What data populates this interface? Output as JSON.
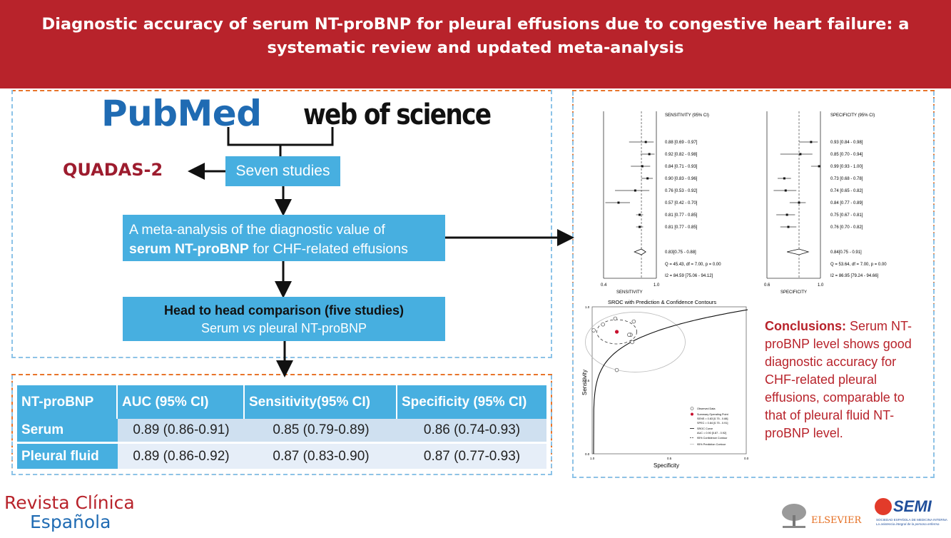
{
  "header": {
    "title_line1": "Diagnostic accuracy of serum NT-proBNP for pleural effusions due to congestive heart failure: a",
    "title_line2": "systematic review and updated meta-analysis"
  },
  "flow": {
    "pubmed": "PubMed",
    "web_of_science": "web of science",
    "quadas": "QUADAS-2",
    "seven_studies": "Seven studies",
    "meta_line1": "A meta-analysis of the diagnostic value of",
    "meta_bold": "serum NT-proBNP",
    "meta_line2_rest": " for CHF-related effusions",
    "head_line1": "Head to head comparison (five studies)",
    "head_serum": "Serum ",
    "head_vs": "vs",
    "head_rest": " pleural NT-proBNP"
  },
  "table": {
    "headers": [
      "NT-proBNP",
      "AUC (95% CI)",
      "Sensitivity(95% CI)",
      "Specificity (95% CI)"
    ],
    "rows": [
      {
        "label": "Serum",
        "auc": "0.89 (0.86-0.91)",
        "sens": "0.85 (0.79-0.89)",
        "spec": "0.86 (0.74-0.93)"
      },
      {
        "label": "Pleural fluid",
        "auc": "0.89 (0.86-0.92)",
        "sens": "0.87 (0.83-0.90)",
        "spec": "0.87 (0.77-0.93)"
      }
    ]
  },
  "forest": {
    "sens_header": "SENSITIVITY (95% CI)",
    "spec_header": "SPECIFICITY (95% CI)",
    "sens_axis_label": "SENSITIVITY",
    "spec_axis_label": "SPECIFICITY",
    "sens_ticks": [
      "0.4",
      "1.0"
    ],
    "spec_ticks": [
      "0.6",
      "1.0"
    ],
    "sens_values": [
      0.88,
      0.92,
      0.84,
      0.9,
      0.76,
      0.57,
      0.81,
      0.81
    ],
    "sens_lo": [
      0.69,
      0.82,
      0.71,
      0.83,
      0.53,
      0.42,
      0.77,
      0.77
    ],
    "sens_hi": [
      0.97,
      0.98,
      0.93,
      0.96,
      0.92,
      0.7,
      0.85,
      0.85
    ],
    "sens_labels": [
      "0.88 [0.69 - 0.97]",
      "0.92 [0.82 - 0.98]",
      "0.84 [0.71 - 0.93]",
      "0.90 [0.83 - 0.96]",
      "0.76 [0.53 - 0.92]",
      "0.57 [0.42 - 0.70]",
      "0.81 [0.77 - 0.85]",
      "0.81 [0.77 - 0.85]"
    ],
    "sens_pooled": 0.83,
    "sens_pooled_lo": 0.75,
    "sens_pooled_hi": 0.88,
    "sens_pooled_label": "0.83[0.75 - 0.88]",
    "sens_q": "Q = 45.43, df = 7.00, p =  0.00",
    "sens_i2": "I2 = 84.59 [75.06 - 94.12]",
    "spec_values": [
      0.93,
      0.85,
      0.99,
      0.73,
      0.74,
      0.84,
      0.75,
      0.76
    ],
    "spec_lo": [
      0.84,
      0.7,
      0.93,
      0.68,
      0.65,
      0.77,
      0.67,
      0.7
    ],
    "spec_hi": [
      0.98,
      0.94,
      1.0,
      0.78,
      0.82,
      0.89,
      0.81,
      0.82
    ],
    "spec_labels": [
      "0.93 [0.84 - 0.98]",
      "0.85 [0.70 - 0.94]",
      "0.99 [0.93 - 1.00]",
      "0.73 [0.68 - 0.78]",
      "0.74 [0.65 - 0.82]",
      "0.84 [0.77 - 0.89]",
      "0.75 [0.67 - 0.81]",
      "0.76 [0.70 - 0.82]"
    ],
    "spec_pooled": 0.84,
    "spec_pooled_lo": 0.75,
    "spec_pooled_hi": 0.91,
    "spec_pooled_label": "0.84[0.75 - 0.91]",
    "spec_q": "Q = 53.64, df = 7.00, p =  0.00",
    "spec_i2": "I2 = 86.95 [79.24 - 94.66]"
  },
  "sroc": {
    "title": "SROC with Prediction & Confidence Contours",
    "xlabel": "Specificity",
    "ylabel": "Sensitivity",
    "x_ticks": [
      "1.0",
      "0.5",
      "0.0"
    ],
    "y_ticks": [
      "0.0",
      "0.5",
      "1.0"
    ],
    "legend": [
      "Observed Data",
      "Summary Operating Point",
      "SENS = 0.83 [0.75 - 0.88]",
      "SPEC = 0.84 [0.75 - 0.91]",
      "SROC Curve",
      "AUC = 0.90 [0.87 - 0.92]",
      "95% Confidence Contour",
      "95% Prediction Contour"
    ],
    "observed_sens": [
      0.88,
      0.92,
      0.84,
      0.9,
      0.76,
      0.57,
      0.81,
      0.81
    ],
    "observed_spec": [
      0.93,
      0.85,
      0.99,
      0.73,
      0.74,
      0.84,
      0.75,
      0.76
    ],
    "summary_sens": 0.83,
    "summary_spec": 0.84
  },
  "chart_data": [
    {
      "type": "forest",
      "title": "SENSITIVITY (95% CI)",
      "xlabel": "SENSITIVITY",
      "values": [
        0.88,
        0.92,
        0.84,
        0.9,
        0.76,
        0.57,
        0.81,
        0.81
      ],
      "lower": [
        0.69,
        0.82,
        0.71,
        0.83,
        0.53,
        0.42,
        0.77,
        0.77
      ],
      "upper": [
        0.97,
        0.98,
        0.93,
        0.96,
        0.92,
        0.7,
        0.85,
        0.85
      ],
      "pooled": 0.83,
      "xlim": [
        0.4,
        1.0
      ]
    },
    {
      "type": "forest",
      "title": "SPECIFICITY (95% CI)",
      "xlabel": "SPECIFICITY",
      "values": [
        0.93,
        0.85,
        0.99,
        0.73,
        0.74,
        0.84,
        0.75,
        0.76
      ],
      "lower": [
        0.84,
        0.7,
        0.93,
        0.68,
        0.65,
        0.77,
        0.67,
        0.7
      ],
      "upper": [
        0.98,
        0.94,
        1.0,
        0.78,
        0.82,
        0.89,
        0.81,
        0.82
      ],
      "pooled": 0.84,
      "xlim": [
        0.6,
        1.0
      ]
    },
    {
      "type": "scatter",
      "title": "SROC with Prediction & Confidence Contours",
      "xlabel": "Specificity",
      "ylabel": "Sensitivity",
      "xlim": [
        1.0,
        0.0
      ],
      "ylim": [
        0.0,
        1.0
      ]
    }
  ],
  "conclusions": {
    "label": "Conclusions:",
    "text": " Serum NT-proBNP level shows good diagnostic accuracy for CHF-related pleural effusions, comparable to that of pleural fluid NT-proBNP level."
  },
  "footer": {
    "revista": "Revista Clínica",
    "espanola": "Española",
    "elsevier": "ELSEVIER",
    "semi": "SEMI",
    "semi_sub": "SOCIEDAD ESPAÑOLA DE MEDICINA INTERNA",
    "semi_tagline": "La asistencia integral de la persona enferma"
  },
  "colors": {
    "header_red": "#b8232b",
    "flow_blue": "#47afe0",
    "pubmed_blue": "#1f6bb3",
    "quadas_red": "#9d1c2e",
    "dash_orange": "#e8742a",
    "dash_blue": "#8cc3e8"
  }
}
